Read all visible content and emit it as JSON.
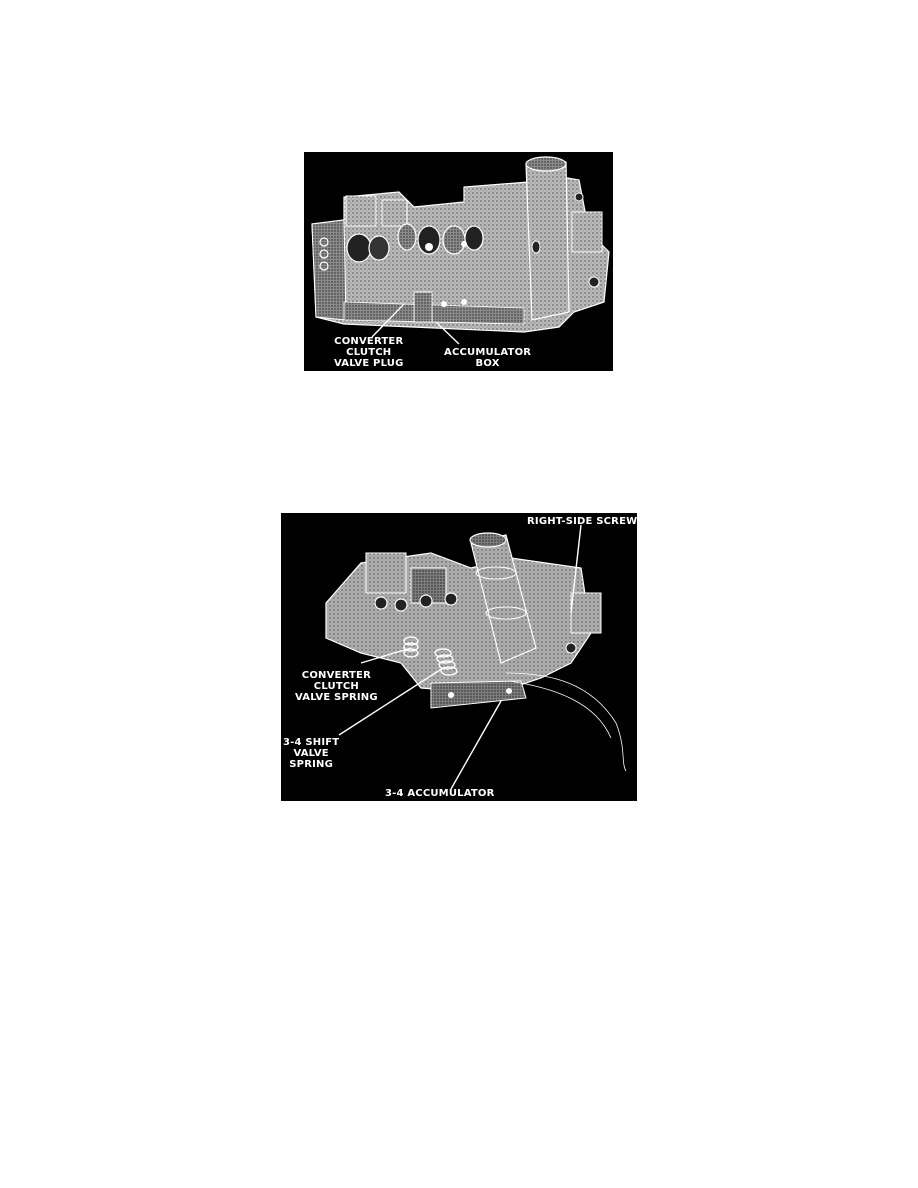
{
  "figure_1": {
    "labels": {
      "converter_clutch_valve_plug": "CONVERTER\nCLUTCH\nVALVE PLUG",
      "accumulator_box": "ACCUMULATOR\nBOX"
    }
  },
  "figure_2": {
    "labels": {
      "right_side_screw": "RIGHT-SIDE SCREW",
      "converter_clutch_valve_spring": "CONVERTER\nCLUTCH\nVALVE SPRING",
      "shift_valve_spring": "3-4 SHIFT\nVALVE\nSPRING",
      "accumulator_3_4": "3-4 ACCUMULATOR"
    }
  }
}
